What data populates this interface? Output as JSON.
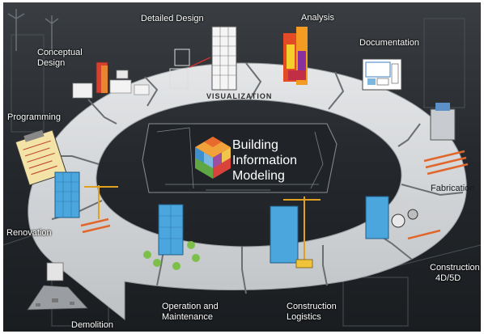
{
  "diagram": {
    "center_lines": [
      "Building",
      "Information",
      "Modeling"
    ],
    "ring_label": "VISUALIZATION",
    "stages": {
      "conceptual_design": "Conceptual Design",
      "detailed_design": "Detailed Design",
      "analysis": "Analysis",
      "documentation": "Documentation",
      "programming": "Programming",
      "fabrication": "Fabrication",
      "renovation": "Renovation",
      "construction_4d5d": [
        "Construction",
        "4D/5D"
      ],
      "operation_maintenance": [
        "Operation and",
        "Maintenance"
      ],
      "construction_logistics": [
        "Construction",
        "Logistics"
      ],
      "demolition": "Demolition"
    },
    "colors": {
      "ring": "#d7d9db",
      "background": "#2b2f33",
      "accent_orange": "#e0662a",
      "building_blue": "#4aa6dc"
    }
  }
}
